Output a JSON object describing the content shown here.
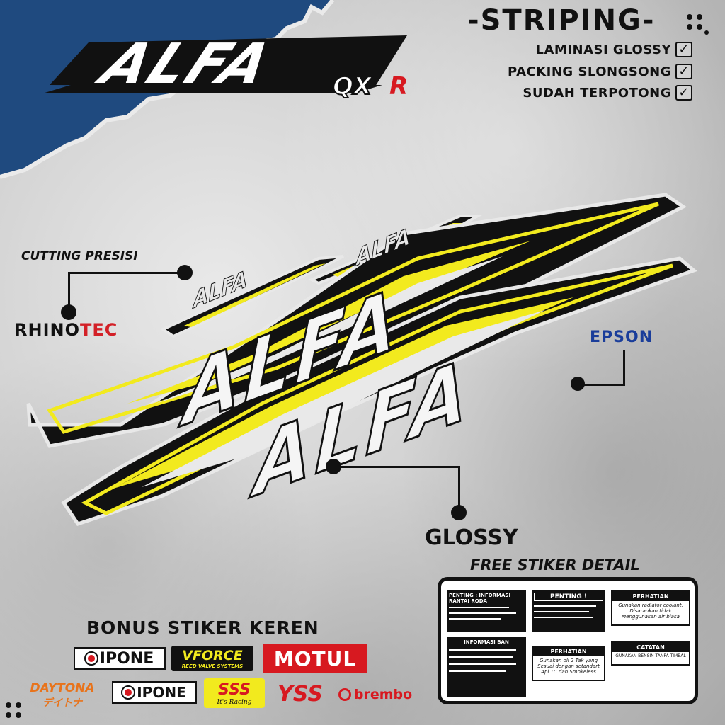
{
  "header": {
    "title": "-STRIPING-",
    "features": [
      "LAMINASI GLOSSY",
      "PACKING SLONGSONG",
      "SUDAH TERPOTONG"
    ]
  },
  "logo": {
    "main": "ALFA",
    "sub": "QX",
    "sub_accent": "R"
  },
  "stickers": {
    "big_text": "ALFA",
    "small_text": "ALFA",
    "accent_color": "#f2ea1e",
    "outline_color": "#111111"
  },
  "callouts": {
    "cutting": "CUTTING PRESISI",
    "rhinotec_a": "RHINO",
    "rhinotec_b": "TEC",
    "epson": "EPSON",
    "glossy": "GLOSSY"
  },
  "detail": {
    "title": "FREE STIKER DETAIL",
    "rantai_title": "PENTING : INFORMASI RANTAI RODA",
    "penting_title": "PENTING !",
    "perhatian1_title": "PERHATIAN",
    "perhatian1_text": "Gunakan radiator coolant, Disarankan tidak Menggunakan air biasa",
    "ban_title": "INFORMASI BAN",
    "perhatian2_title": "PERHATIAN",
    "perhatian2_text": "Gunakan oli 2 Tak yang Sesuai dengan setandart Api TC dan Smokeless",
    "catatan_title": "CATATAN",
    "catatan_text": "GUNAKAN BENSIN TANPA TIMBAL"
  },
  "bonus": {
    "title": "BONUS STIKER KEREN",
    "brands": [
      "IPONE",
      "VFORCE",
      "REED VALVE SYSTEMS",
      "MOTUL",
      "DAYTONA",
      "デイトナ",
      "IPONE",
      "SSS",
      "It's Racing",
      "YSS",
      "brembo"
    ]
  },
  "colors": {
    "blue_paper": "#1f4a7f",
    "yellow": "#f2ea1e",
    "epson_blue": "#1a3d9a",
    "motul_red": "#d71920",
    "rhinotec_red": "#d32027"
  }
}
